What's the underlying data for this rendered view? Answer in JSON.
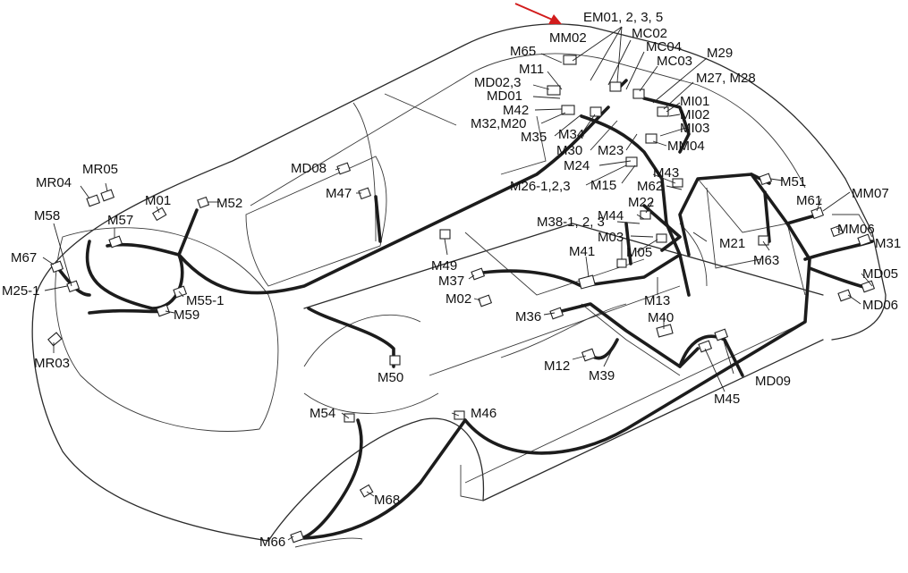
{
  "diagram": {
    "arrow_color": "#d21c1c",
    "labels": [
      "EM01, 2, 3, 5",
      "MM02",
      "MC02",
      "MC04",
      "M65",
      "MC03",
      "M29",
      "M11",
      "M27, M28",
      "MD02,3",
      "MD01",
      "MI01",
      "MI02",
      "M42",
      "MI03",
      "M32,M20",
      "M35",
      "M34",
      "MM04",
      "M30",
      "M23",
      "M24",
      "MR05",
      "MD08",
      "M43",
      "MR04",
      "M51",
      "M26-1,2,3",
      "M15",
      "M62",
      "MM07",
      "M01",
      "M52",
      "M47",
      "M22",
      "M61",
      "M58",
      "M57",
      "M44",
      "MM06",
      "M38-1, 2, 3",
      "M31",
      "M03",
      "M21",
      "M63",
      "M67",
      "M41",
      "M05",
      "M49",
      "MD05",
      "M25-1",
      "M37",
      "M55-1",
      "M02",
      "M13",
      "MD06",
      "M59",
      "M36",
      "M40",
      "MR03",
      "M12",
      "M39",
      "MD09",
      "M50",
      "M45",
      "M54",
      "M46",
      "M68",
      "M66"
    ]
  }
}
